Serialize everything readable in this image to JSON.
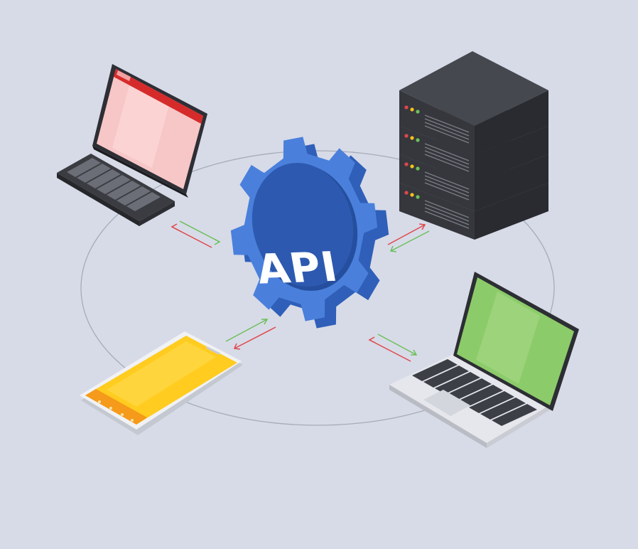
{
  "hub": {
    "label": "API",
    "icon": "gear-icon"
  },
  "nodes": [
    {
      "name": "tablet-keyboard",
      "icon": "tablet-keyboard-icon"
    },
    {
      "name": "server-stack",
      "icon": "server-rack-icon"
    },
    {
      "name": "smartphone",
      "icon": "smartphone-icon"
    },
    {
      "name": "laptop",
      "icon": "laptop-icon"
    }
  ],
  "colors": {
    "background": "#d7dbe7",
    "gear_face": "#4a80dc",
    "gear_side": "#2f5fb8",
    "gear_center": "#2d5ab0",
    "request_arrow": "#e0474c",
    "response_arrow": "#6cbf5a",
    "tablet_screen": "#f7c6c6",
    "tablet_header": "#d62b2b",
    "server_body": "#3f4248",
    "phone_screen": "#ffcc1f",
    "phone_bar": "#f59a1a",
    "laptop_screen": "#8ccb6a"
  }
}
